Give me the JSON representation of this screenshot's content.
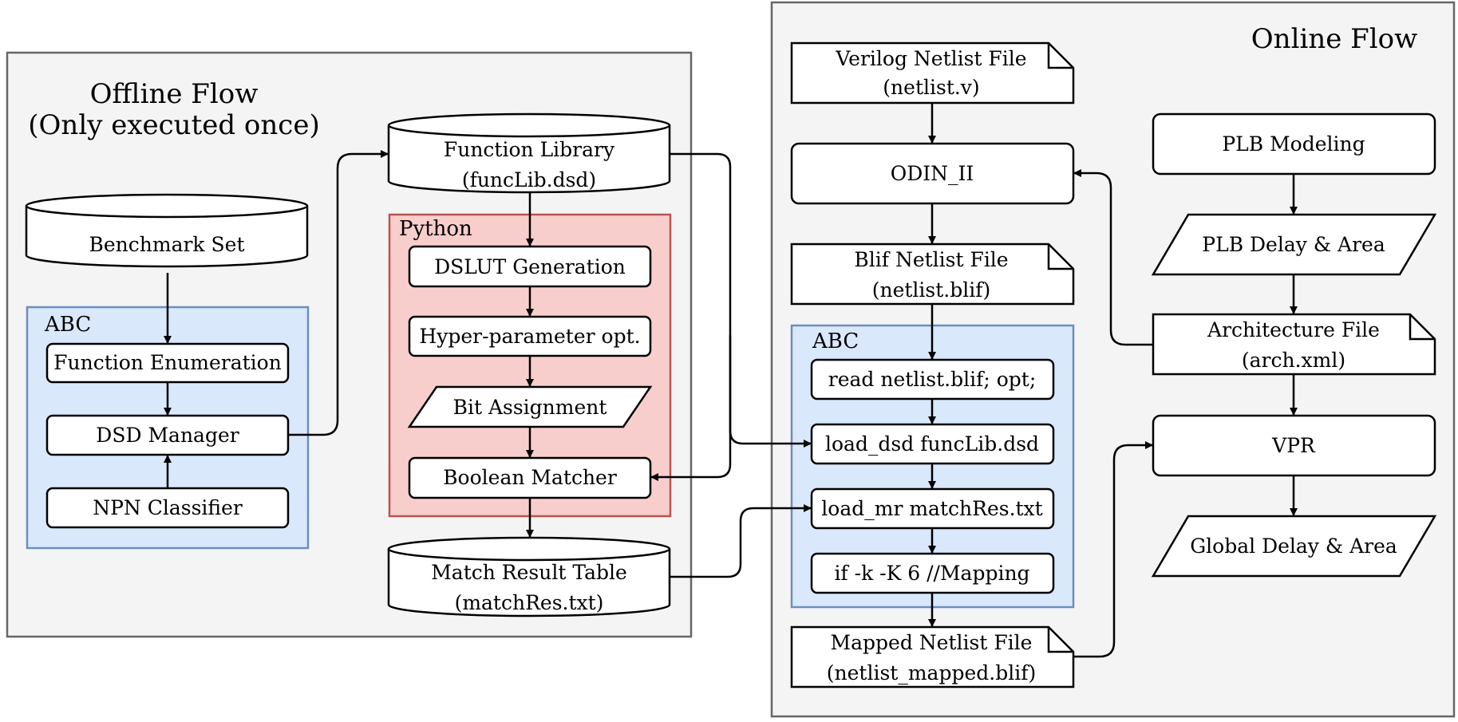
{
  "offline": {
    "title_line1": "Offline Flow",
    "title_line2": "(Only executed once)",
    "benchmark": "Benchmark Set",
    "abc_label": "ABC",
    "func_enum": "Function Enumeration",
    "dsd_manager": "DSD Manager",
    "npn": "NPN Classifier",
    "funclib_line1": "Function Library",
    "funclib_line2": "(funcLib.dsd)",
    "python_label": "Python",
    "dslut": "DSLUT Generation",
    "hyper": "Hyper-parameter opt.",
    "bit_assign": "Bit Assignment",
    "bool_match": "Boolean Matcher",
    "match_line1": "Match Result Table",
    "match_line2": "(matchRes.txt)"
  },
  "online": {
    "title": "Online Flow",
    "verilog_line1": "Verilog Netlist File",
    "verilog_line2": "(netlist.v)",
    "odin": "ODIN_II",
    "blif_line1": "Blif Netlist File",
    "blif_line2": "(netlist.blif)",
    "abc_label": "ABC",
    "read": "read netlist.blif; opt;",
    "load_dsd": "load_dsd funcLib.dsd",
    "load_mr": "load_mr matchRes.txt",
    "if_cmd": "if -k -K 6 //Mapping",
    "mapped_line1": "Mapped Netlist File",
    "mapped_line2": "(netlist_mapped.blif)",
    "plb_model": "PLB Modeling",
    "plb_delay": "PLB Delay & Area",
    "arch_line1": "Architecture File",
    "arch_line2": "(arch.xml)",
    "vpr": "VPR",
    "global_delay": "Global Delay & Area"
  },
  "colors": {
    "panel_fill": "#f4f4f4",
    "panel_stroke": "#666666",
    "abc_fill": "#dae8fc",
    "abc_stroke": "#6c8ebf",
    "python_fill": "#f8cecc",
    "python_stroke": "#b85450"
  }
}
